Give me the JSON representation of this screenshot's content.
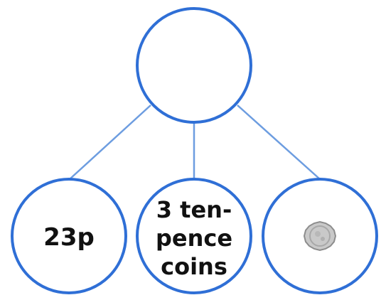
{
  "diagram": {
    "type": "part-whole-model",
    "whole": {
      "label": ""
    },
    "parts": [
      {
        "lines": [
          "23p"
        ]
      },
      {
        "lines": [
          "3 ten-",
          "pence",
          "coins"
        ]
      },
      {
        "lines": [],
        "icon": "twenty-pence-coin-icon"
      }
    ]
  },
  "colors": {
    "circle_stroke": "#2f6fd6",
    "connector": "#6d9de0",
    "text": "#111111",
    "coin_fill": "#c9c9c9",
    "coin_edge": "#8d8d8d"
  }
}
